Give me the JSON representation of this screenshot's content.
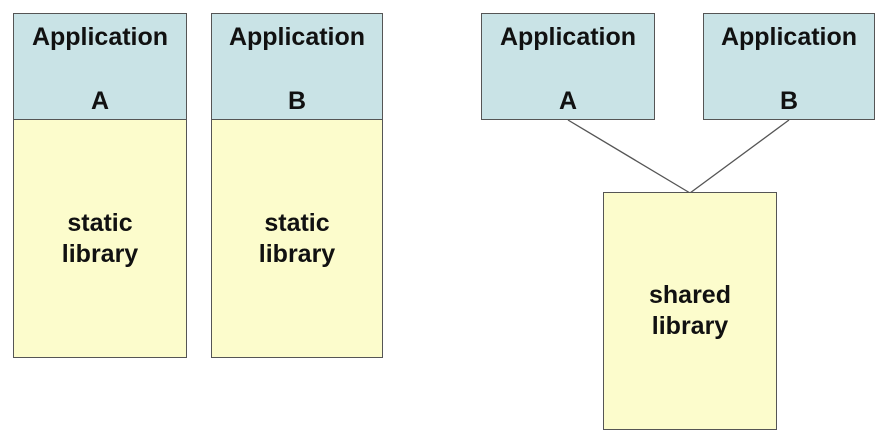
{
  "static_side": {
    "app_a": {
      "title": "Application",
      "letter": "A"
    },
    "app_b": {
      "title": "Application",
      "letter": "B"
    },
    "lib_a": {
      "line1": "static",
      "line2": "library"
    },
    "lib_b": {
      "line1": "static",
      "line2": "library"
    }
  },
  "shared_side": {
    "app_a": {
      "title": "Application",
      "letter": "A"
    },
    "app_b": {
      "title": "Application",
      "letter": "B"
    },
    "lib": {
      "line1": "shared",
      "line2": "library"
    }
  },
  "colors": {
    "application_fill": "#c9e3e6",
    "library_fill": "#fcfccc",
    "border": "#555555"
  }
}
